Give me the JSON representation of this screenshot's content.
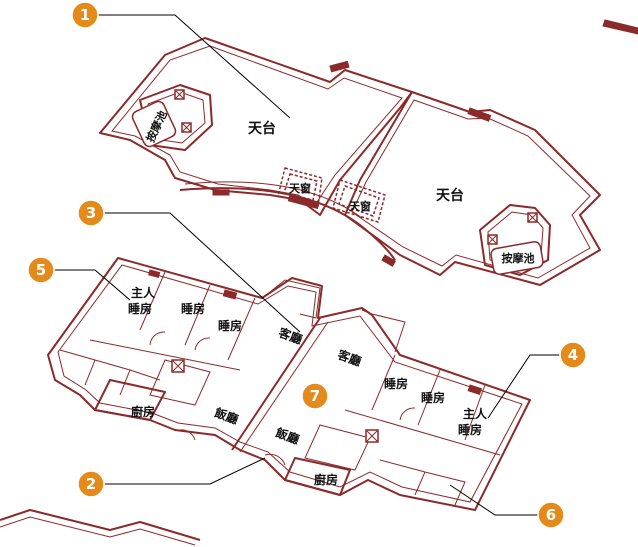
{
  "labels": {
    "terrace": "天台",
    "skylight": "天窗",
    "jacuzzi": "按摩池",
    "bedroom": "睡房",
    "master_bedroom_line1": "主人",
    "master_bedroom_line2": "睡房",
    "living_room": "客廳",
    "dining_room": "飯廳",
    "kitchen": "廚房"
  },
  "markers": [
    "1",
    "2",
    "3",
    "4",
    "5",
    "6",
    "7"
  ],
  "colors": {
    "wall": "#8b2a2a",
    "marker": "#e38a1a",
    "marker_text": "#ffffff",
    "label": "#111111",
    "leader": "#000000"
  }
}
